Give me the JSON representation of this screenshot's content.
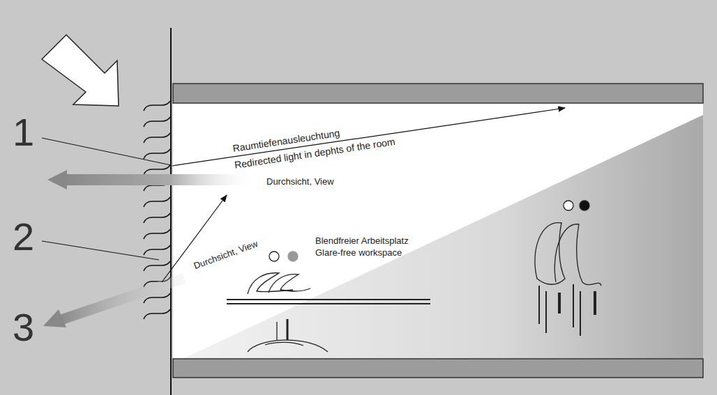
{
  "diagram": {
    "labels": [
      "1",
      "2",
      "3",
      "Raumtiefenausleuchtung",
      "Redirected light in dephts of the room",
      "Durchsicht, View",
      "Durchsicht, View",
      "Blendfreier Arbeitsplatz",
      "Glare-free workspace"
    ]
  }
}
